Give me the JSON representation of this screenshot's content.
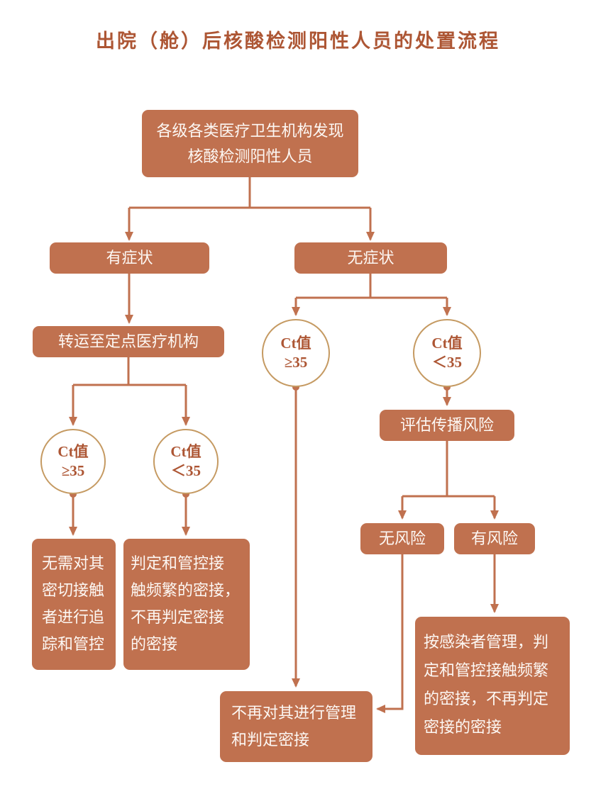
{
  "title": "出院（舱）后核酸检测阳性人员的处置流程",
  "colors": {
    "accent": "#c0714f",
    "box_text": "#fdf8f4",
    "circle_border": "#c59a62",
    "circle_text": "#ad5634",
    "title_text": "#ad5634",
    "background": "#ffffff"
  },
  "nodes": {
    "start": {
      "lines": [
        "各级各类医疗卫生机构发现",
        "核酸检测阳性人员"
      ]
    },
    "symptomatic": {
      "label": "有症状"
    },
    "asymptomatic": {
      "label": "无症状"
    },
    "transfer": {
      "label": "转运至定点医疗机构"
    },
    "ct_left_ge35": {
      "lines": [
        "Ct值",
        "≥35"
      ]
    },
    "ct_left_lt35": {
      "lines": [
        "Ct值",
        "＜35"
      ]
    },
    "no_tracing": {
      "lines": [
        "无需对其",
        "密切接触",
        "者进行追",
        "踪和管控"
      ]
    },
    "manage_frequent": {
      "lines": [
        "判定和管控接",
        "触频繁的密接，",
        "不再判定密接",
        "的密接"
      ]
    },
    "ct_right_ge35": {
      "lines": [
        "Ct值",
        "≥35"
      ]
    },
    "ct_right_lt35": {
      "lines": [
        "Ct值",
        "＜35"
      ]
    },
    "assess_risk": {
      "label": "评估传播风险"
    },
    "no_risk": {
      "label": "无风险"
    },
    "has_risk": {
      "label": "有风险"
    },
    "no_management": {
      "lines": [
        "不再对其进行管理",
        "和判定密接"
      ]
    },
    "manage_as_infected": {
      "lines": [
        "按感染者管理，判",
        "定和管控接触频繁",
        "的密接，不再判定",
        "密接的密接"
      ]
    }
  }
}
